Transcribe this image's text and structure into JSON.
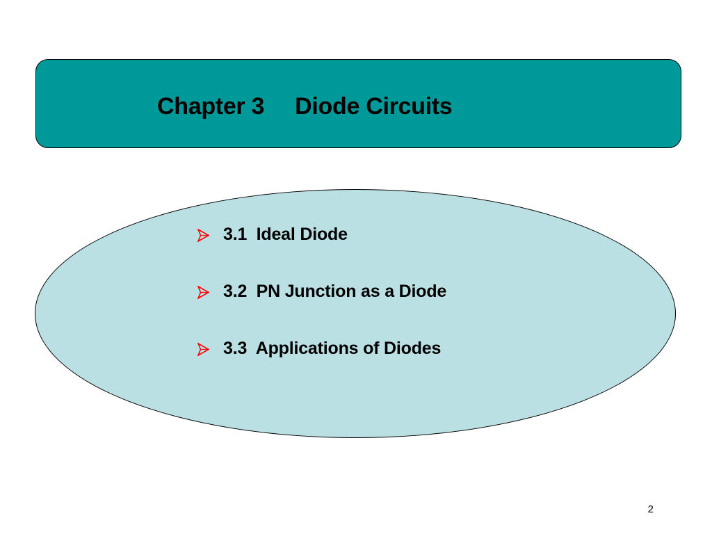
{
  "slide": {
    "title": {
      "chapter": "Chapter 3",
      "topic": "Diode Circuits"
    },
    "bullets": [
      {
        "number": "3.1",
        "text": "Ideal Diode",
        "icon": "arrowhead-bullet-icon"
      },
      {
        "number": "3.2",
        "text": "PN Junction as a Diode",
        "icon": "arrowhead-bullet-icon"
      },
      {
        "number": "3.3",
        "text": "Applications of Diodes",
        "icon": "arrowhead-bullet-icon"
      }
    ],
    "page_number": "2"
  },
  "colors": {
    "title_fill": "#009999",
    "ellipse_fill": "#bbe0e3",
    "bullet_arrow": "#ff0000",
    "outline": "#000000",
    "text": "#000000"
  }
}
